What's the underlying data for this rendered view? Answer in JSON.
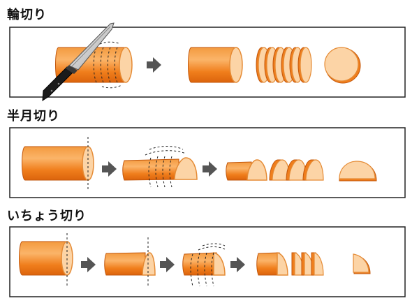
{
  "sections": [
    {
      "label": "輪切り"
    },
    {
      "label": "半月切り"
    },
    {
      "label": "いちょう切り"
    }
  ],
  "colors": {
    "carrot_dark": "#e06d10",
    "carrot_mid": "#f58a28",
    "carrot_light": "#fbb469",
    "cut_face": "#fcd4a6",
    "cut_rim": "#f0a050",
    "arrow": "#555555",
    "frame": "#222222",
    "knife_handle": "#1b1b1b",
    "knife_blade": "#c9c9c9"
  },
  "icons": [
    "knife-icon",
    "arrow-right-icon"
  ]
}
